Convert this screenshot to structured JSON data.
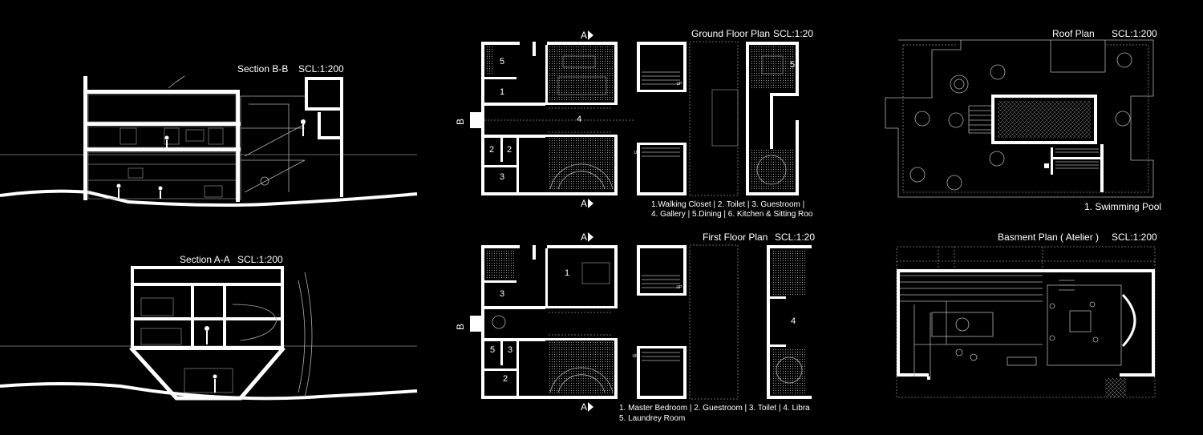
{
  "section_bb": {
    "title": "Section B-B",
    "scale": "SCL:1:200"
  },
  "section_aa": {
    "title": "Section A-A",
    "scale": "SCL:1:200"
  },
  "ground_floor": {
    "title": "Ground Floor Plan",
    "scale": "SCL:1:20",
    "marker": "A",
    "side_marker": "B",
    "room_numbers": [
      "5",
      "1",
      "4",
      "2",
      "2",
      "3",
      "5"
    ],
    "legend_line1": "1.Walking Closet | 2. Toilet | 3. Guestroom |",
    "legend_line2": "4. Gallery | 5.Dining | 6. Kitchen & Sitting Roo",
    "stair_up": "UP"
  },
  "first_floor": {
    "title": "First Floor Plan",
    "scale": "SCL:1:20",
    "marker": "A",
    "side_marker": "B",
    "room_numbers": [
      "1",
      "3",
      "5",
      "3",
      "2",
      "4"
    ],
    "legend_line1": "1. Master Bedroom | 2. Guestroom | 3. Toilet | 4. Libra",
    "legend_line2": "5. Laundrey Room",
    "stair_up": "UP"
  },
  "roof": {
    "title": "Roof Plan",
    "scale": "SCL:1:200",
    "legend": "1. Swimming Pool"
  },
  "basement": {
    "title": "Basment Plan ( Atelier )",
    "scale": "SCL:1:200"
  },
  "colors": {
    "background": "#000000",
    "lines": "#ffffff",
    "fine_lines": "#8a8a8a"
  }
}
